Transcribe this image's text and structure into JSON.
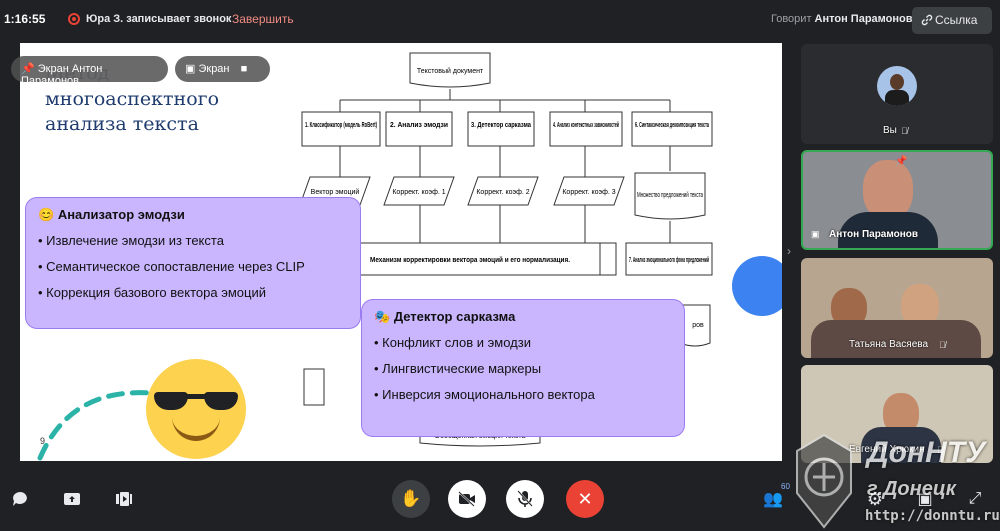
{
  "topbar": {
    "time": "1:16:55",
    "recording": "Юра З. записывает звонок",
    "stop": "Завершить",
    "speaking_prefix": "Говорит",
    "speaking_name": "Антон Парамонов",
    "link": "Ссылка"
  },
  "chips": {
    "screen_owner": "Экран Антон Парамонов",
    "screen": "Экран"
  },
  "slide": {
    "title_top": "Метод",
    "title": "многоаспектного анализа текста",
    "diagram": {
      "top": "Текстовый документ",
      "boxes": [
        "1. Классификатор (модель RoBert)",
        "2. Анализ эмодзи",
        "3. Детектор сарказма",
        "4. Анализ контекстных зависимостей",
        "6. Синтаксическая декомпозиция текста"
      ],
      "outputs": [
        "Вектор эмоций",
        "Коррект. коэф. 1",
        "Коррект. коэф. 2",
        "Коррект. коэф. 3",
        "Множество предложений текста"
      ],
      "mechanism": "Механизм корректировки вектора эмоций и его нормализация.",
      "box7": "7. Анализ эмоционального фона предложений",
      "partial": "ров",
      "bottom": "Обобщенная эмоция текста"
    },
    "card1": {
      "emoji": "😊",
      "title": "Анализатор эмодзи",
      "items": [
        "Извлечение эмодзи из текста",
        "Семантическое сопоставление через CLIP",
        "Коррекция базового вектора эмоций"
      ]
    },
    "card2": {
      "emoji": "🎭",
      "title": "Детектор сарказма",
      "items": [
        "Конфликт слов и эмодзи",
        "Лингвистические маркеры",
        "Инверсия эмоционального вектора"
      ]
    },
    "page_num": "9"
  },
  "participants": [
    {
      "name": "Вы"
    },
    {
      "name": "Антон Парамонов"
    },
    {
      "name": "Татьяна Васяева"
    },
    {
      "name": "Евгений Хрюкин"
    }
  ],
  "controls": {
    "people_count": "60"
  },
  "watermark": {
    "line1": "ДонНТУ",
    "line2": "г.Донецк",
    "url": "http://donntu.ru"
  },
  "colors": {
    "accent": "#1a73e8",
    "danger": "#ea4335",
    "card": "#c9b6ff",
    "active_tile": "#34a853"
  }
}
